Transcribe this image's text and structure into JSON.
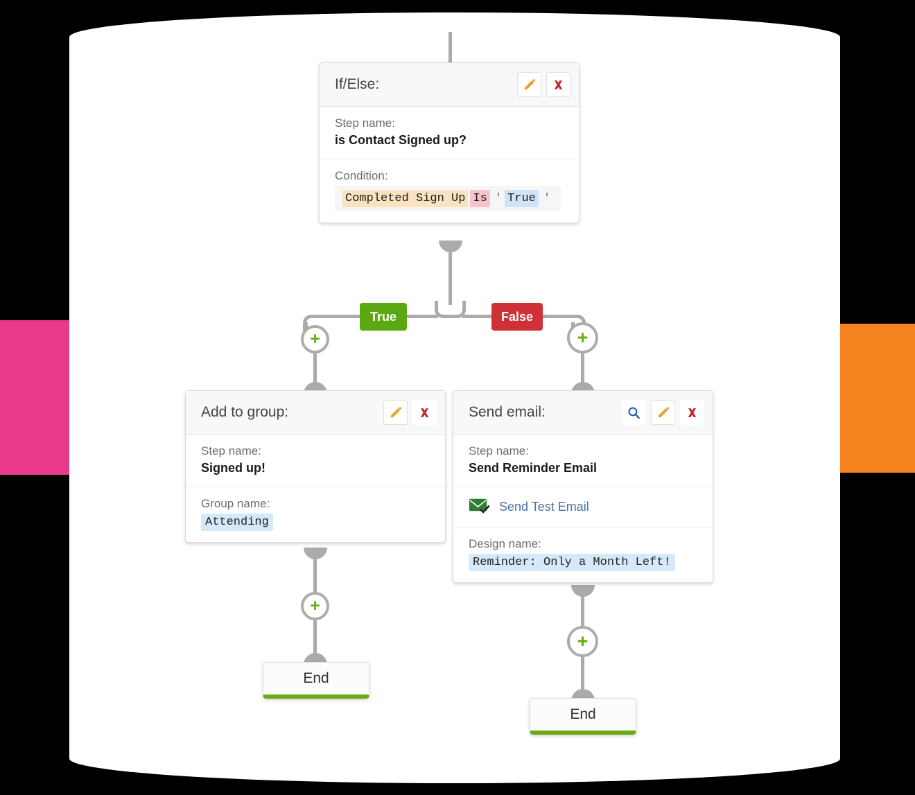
{
  "canvas": {
    "background_blocks": [
      {
        "name": "pink-block",
        "color": "#E8398A"
      },
      {
        "name": "orange-block",
        "color": "#F5821F"
      }
    ]
  },
  "palette": {
    "connector": "#ABABAB",
    "true_green": "#5CA813",
    "false_red": "#CE3137",
    "plus_green": "#6AAA12",
    "end_underline": "#6AAA12",
    "pencil_orange": "#F5A623",
    "delete_red": "#C0272D",
    "search_blue": "#1F5FA8",
    "link_blue": "#4A72A8",
    "envelope_green": "#2E7D32",
    "chip_blue": "#D6E9F8",
    "cond_field_bg": "#FBE2C0",
    "cond_op_bg": "#F9C3CB",
    "cond_value_bg": "#CFE4F7"
  },
  "steps": {
    "ifelse": {
      "title": "If/Else:",
      "step_name_label": "Step name:",
      "step_name_value": "is Contact Signed up?",
      "condition_label": "Condition:",
      "condition": {
        "field": "Completed Sign Up",
        "operator": "Is",
        "quote_open": "'",
        "value": "True",
        "quote_close": "'"
      },
      "actions": [
        "edit-icon",
        "delete-icon"
      ]
    },
    "add_to_group": {
      "title": "Add to group:",
      "step_name_label": "Step name:",
      "step_name_value": "Signed up!",
      "group_name_label": "Group name:",
      "group_name_value": "Attending",
      "actions": [
        "edit-icon",
        "delete-icon"
      ]
    },
    "send_email": {
      "title": "Send email:",
      "step_name_label": "Step name:",
      "step_name_value": "Send Reminder Email",
      "test_email_link": "Send Test Email",
      "design_name_label": "Design name:",
      "design_name_value": "Reminder: Only a Month Left!",
      "actions": [
        "search-icon",
        "edit-icon",
        "delete-icon"
      ]
    }
  },
  "branches": {
    "true_label": "True",
    "false_label": "False"
  },
  "add_buttons": {
    "glyph": "+",
    "count": 4
  },
  "end_nodes": {
    "left_label": "End",
    "right_label": "End"
  }
}
